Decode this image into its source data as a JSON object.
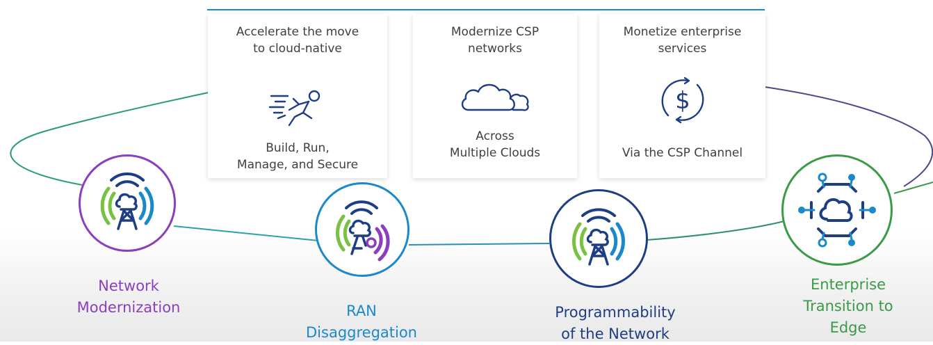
{
  "colors": {
    "purple": "#8a3fbd",
    "blue": "#1b88cc",
    "navy": "#1d3d84",
    "green": "#3a9a46",
    "lime": "#79c142",
    "teal": "#23a0b8",
    "card_text": "#3f3f3f"
  },
  "cards": [
    {
      "title": "Accelerate the move\nto cloud-native",
      "icon": "running-person-icon",
      "caption": "Build, Run,\nManage, and Secure"
    },
    {
      "title": "Modernize CSP\nnetworks",
      "icon": "cloud-icon",
      "caption": "Across\nMultiple Clouds"
    },
    {
      "title": "Monetize enterprise\nservices",
      "icon": "dollar-cycle-icon",
      "caption": "Via the CSP Channel"
    }
  ],
  "nodes": [
    {
      "label": "Network\nModernization",
      "icon": "cloud-tower-signal-icon",
      "color": "#8a3fbd"
    },
    {
      "label": "RAN\nDisaggregation",
      "icon": "cloud-tower-radio-icon",
      "color": "#1b88cc"
    },
    {
      "label": "Programmability\nof the Network",
      "icon": "cloud-tower-signal-icon",
      "color": "#1d3d84"
    },
    {
      "label": "Enterprise\nTransition to\nEdge",
      "icon": "cloud-edge-network-icon",
      "color": "#3a9a46"
    }
  ]
}
